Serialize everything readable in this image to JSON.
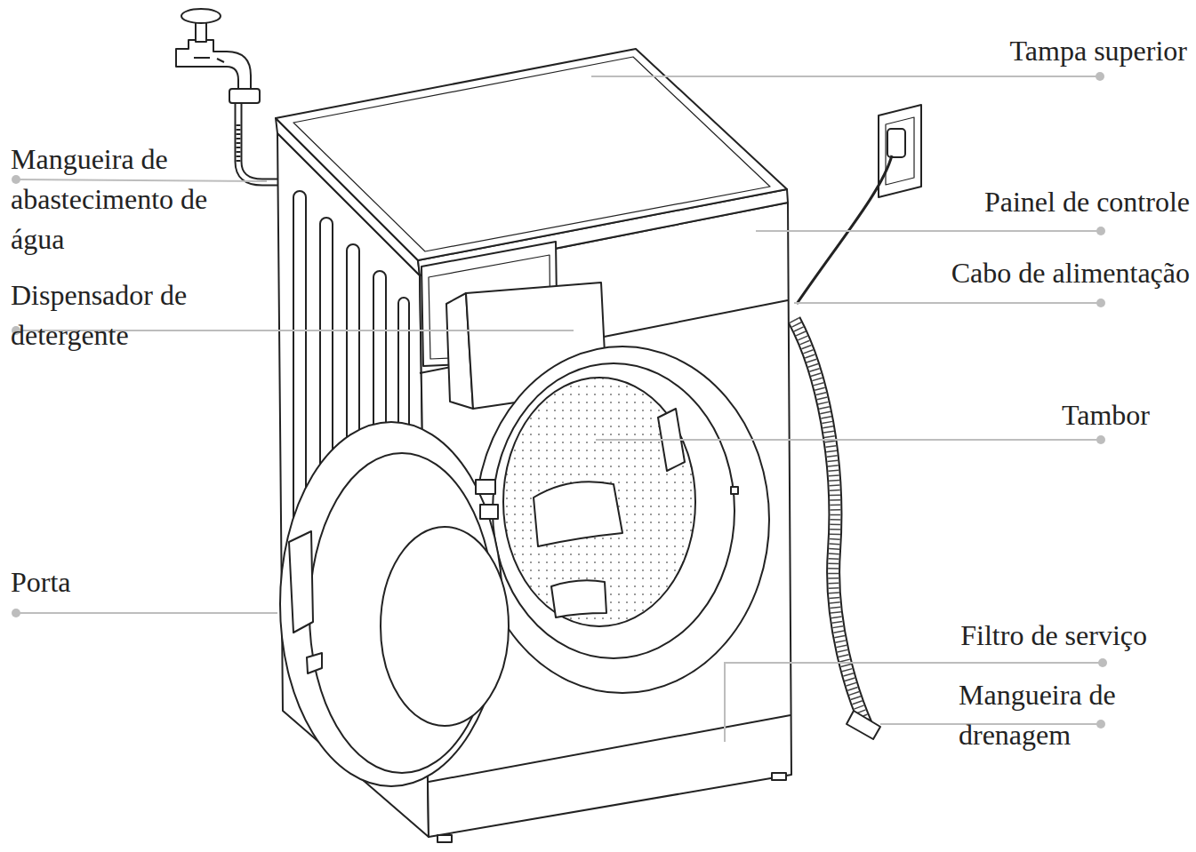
{
  "diagram": {
    "labels": [
      "Tampa superior",
      "Mangueira de abastecimento de água",
      "Painel de controle",
      "Cabo de alimentação",
      "Dispensador de detergente",
      "Tambor",
      "Porta",
      "Filtro de serviço",
      "Mangueira de drenagem"
    ]
  }
}
